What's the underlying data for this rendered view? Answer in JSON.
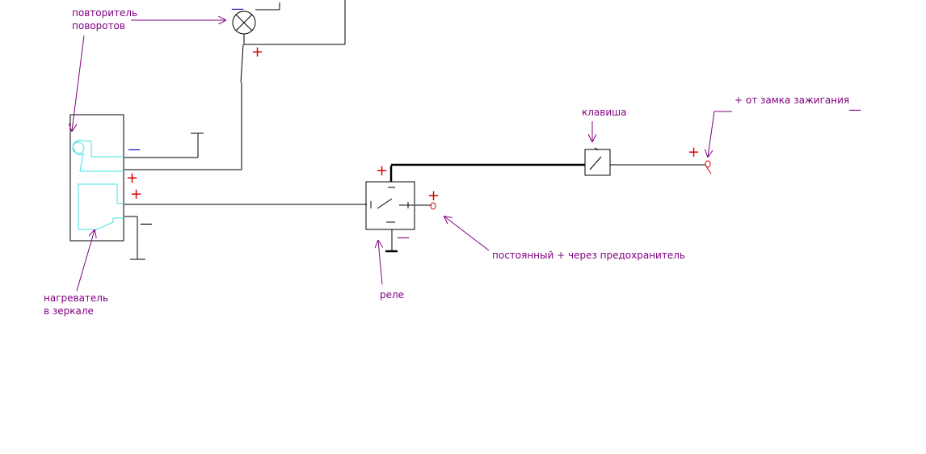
{
  "labels": {
    "repeater_line1": "повторитель",
    "repeater_line2": "поворотов",
    "heater_line1": "нагреватель",
    "heater_line2": "в зеркале",
    "relay": "реле",
    "key_switch": "клавиша",
    "ignition": "+ от замка зажигания",
    "constant_plus": "постоянный + через предохранитель"
  },
  "symbols": {
    "plus": "+",
    "minus": "—"
  },
  "colors": {
    "label": "#800080",
    "polarity_plus": "#d40000",
    "heater_element": "#40e0e0",
    "wire": "#000000"
  }
}
